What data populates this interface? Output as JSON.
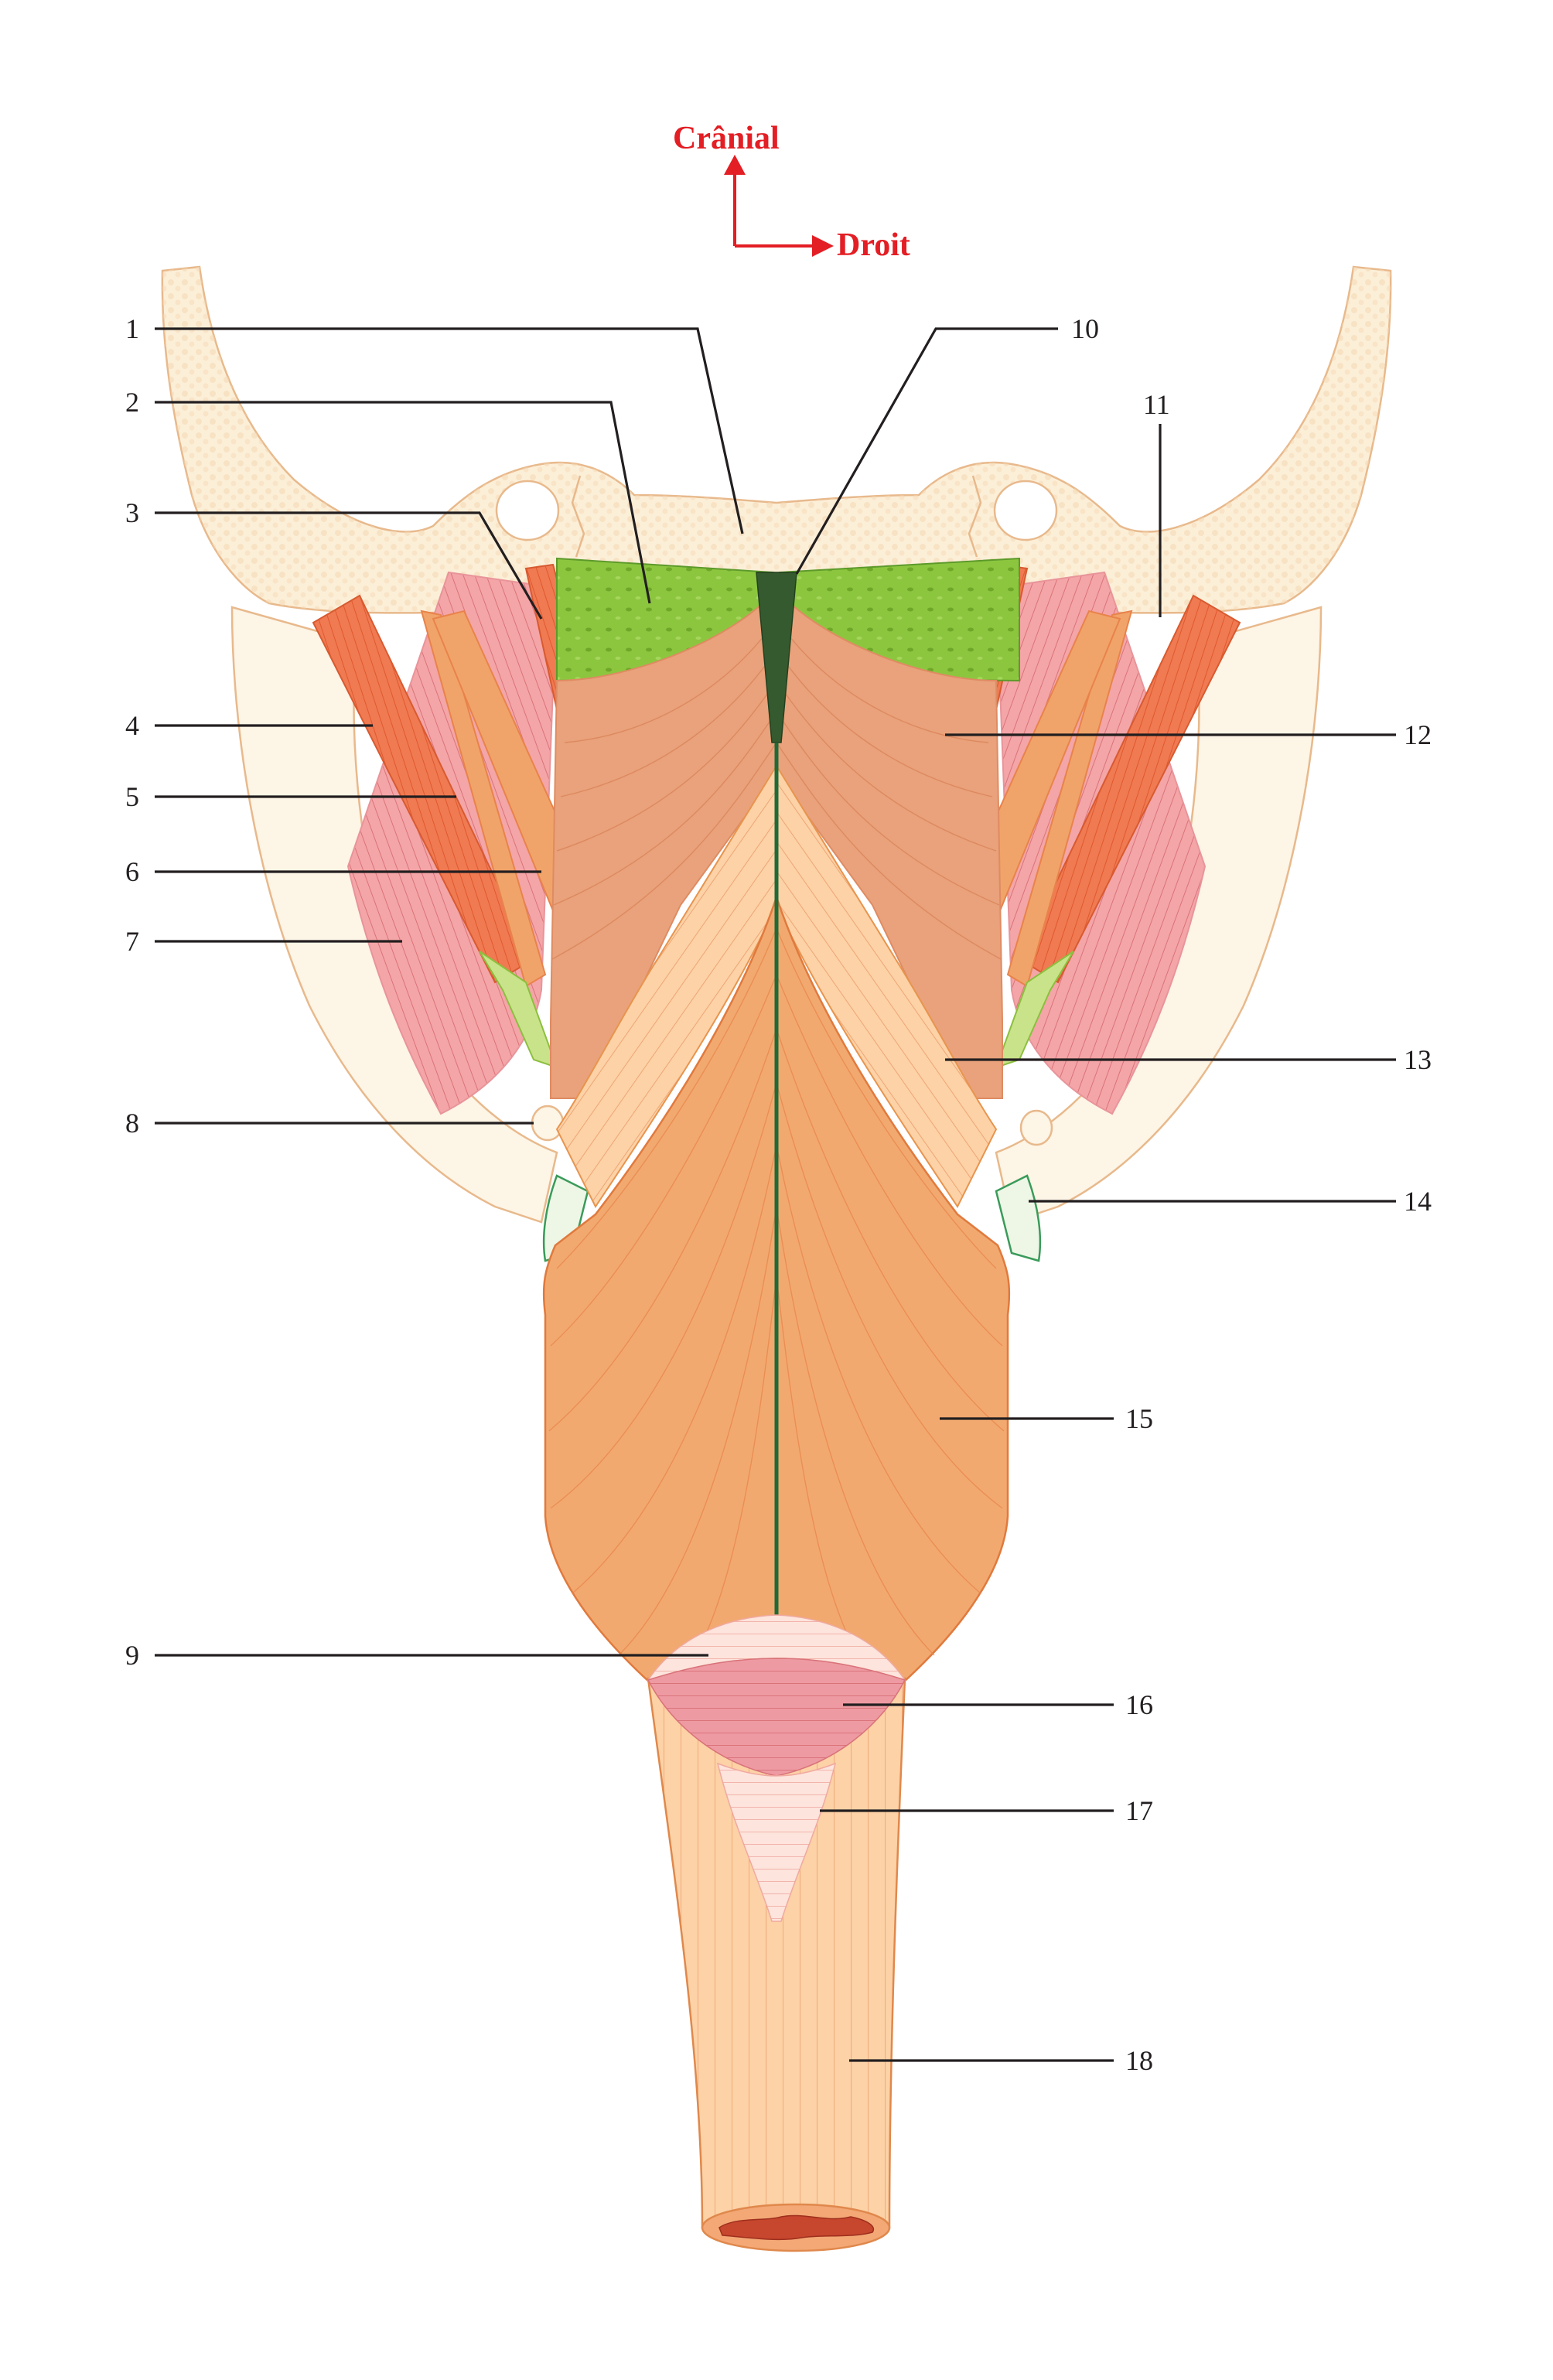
{
  "orientation": {
    "cranial": "Crânial",
    "right": "Droit"
  },
  "labels": [
    "1",
    "2",
    "3",
    "4",
    "5",
    "6",
    "7",
    "8",
    "9",
    "10",
    "11",
    "12",
    "13",
    "14",
    "15",
    "16",
    "17",
    "18"
  ],
  "colors": {
    "bone": "#fcefd8",
    "bone_stroke": "#e8b98c",
    "green": "#8cc63f",
    "muscle_main": "#eea876",
    "muscle_dark": "#e88a4c",
    "muscle_pink": "#f4a5a7",
    "muscle_red": "#f07a52",
    "light": "#fcd2a6",
    "pink_band": "#ee9aa3",
    "raphe": "#1f6b3a",
    "arrow": "#e31e24"
  }
}
